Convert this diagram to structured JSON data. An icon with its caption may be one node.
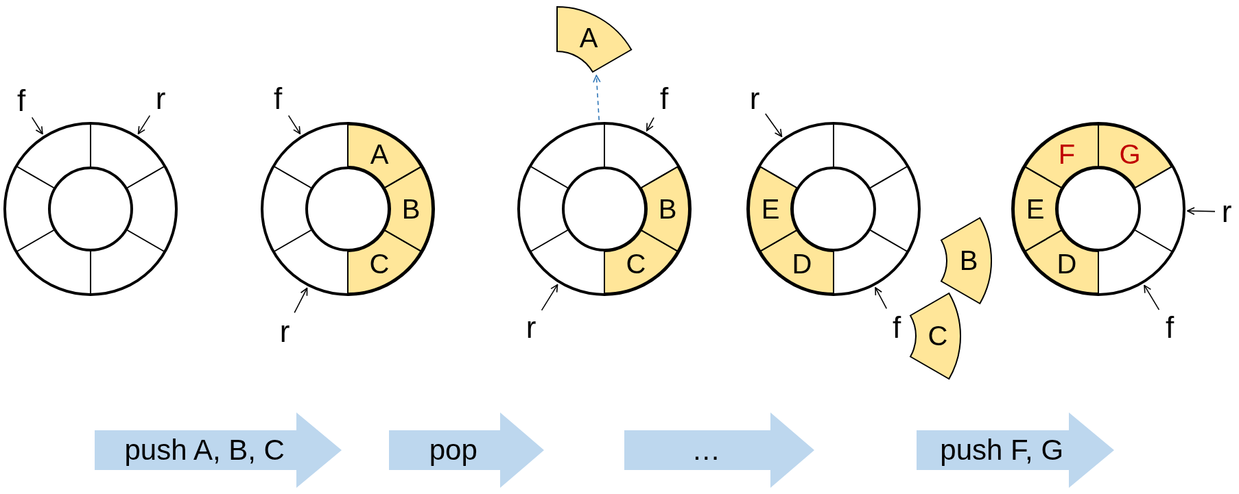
{
  "diagram": {
    "nodes": [
      {
        "text": [
          "f"
        ]
      },
      {
        "text": [
          "r"
        ]
      },
      {
        "text": [],
        "shape": "circle"
      },
      {
        "text": [
          "f"
        ]
      },
      {
        "text": [],
        "shape": "circle"
      },
      {
        "text": [
          "A"
        ],
        "in": 4
      },
      {
        "text": [
          "B"
        ],
        "in": 4
      },
      {
        "text": [
          "C"
        ],
        "in": 4
      },
      {
        "text": [
          "r"
        ]
      },
      {
        "text": [
          "A"
        ]
      },
      {
        "text": [
          "f"
        ]
      },
      {
        "text": [],
        "shape": "circle"
      },
      {
        "text": [
          "B"
        ],
        "in": 11
      },
      {
        "text": [
          "C"
        ],
        "in": 11
      },
      {
        "text": [
          "r"
        ]
      },
      {
        "text": [
          "r"
        ]
      },
      {
        "text": [],
        "shape": "circle"
      },
      {
        "text": [
          "E"
        ],
        "in": 16
      },
      {
        "text": [
          "D"
        ],
        "in": 16
      },
      {
        "text": [
          "C"
        ]
      },
      {
        "text": [
          "B"
        ]
      },
      {
        "text": [
          "f"
        ]
      },
      {
        "text": [],
        "shape": "circle"
      },
      {
        "text": [
          "F"
        ],
        "in": 22
      },
      {
        "text": [
          "G"
        ],
        "in": 22
      },
      {
        "text": [
          "E"
        ],
        "in": 22
      },
      {
        "text": [
          "D"
        ],
        "in": 22
      },
      {
        "text": [
          "r"
        ]
      },
      {
        "text": [
          "f"
        ]
      },
      {
        "text": [
          "push A, B, C"
        ]
      },
      {
        "text": [
          "pop"
        ]
      },
      {
        "text": [
          "…"
        ]
      },
      {
        "text": [
          "push F, G"
        ]
      }
    ],
    "edges": [
      {
        "from": 0,
        "to": 2,
        "arrow": "to"
      },
      {
        "from": 1,
        "to": 2,
        "arrow": "to"
      },
      {
        "from": 3,
        "to": 4,
        "arrow": "to"
      },
      {
        "from": 8,
        "to": 4,
        "arrow": "to"
      },
      {
        "from": 11,
        "to": 9,
        "arrow": "to",
        "style": "dashed",
        "color": "#2e75b6"
      },
      {
        "from": 10,
        "to": 11,
        "arrow": "to"
      },
      {
        "from": 14,
        "to": 11,
        "arrow": "to"
      },
      {
        "from": 15,
        "to": 16,
        "arrow": "to"
      },
      {
        "from": 21,
        "to": 16,
        "arrow": "to"
      },
      {
        "from": 27,
        "to": 22,
        "arrow": "to"
      },
      {
        "from": 28,
        "to": 22,
        "arrow": "to"
      }
    ]
  }
}
